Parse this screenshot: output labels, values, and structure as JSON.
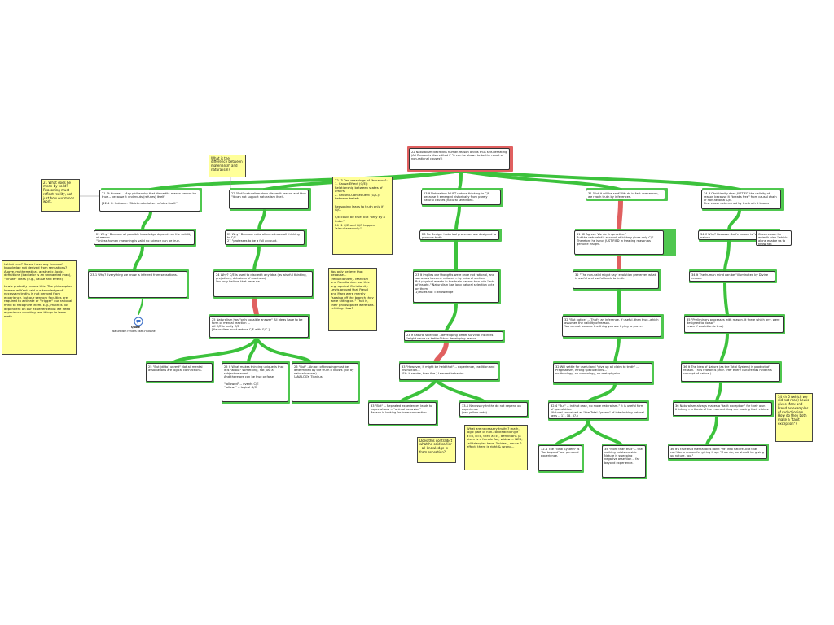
{
  "colors": {
    "green": "#3cc23c",
    "red": "#e06060",
    "note_fill": "#ffff99"
  },
  "nodes": {
    "root": "22 Naturalism discredits human reason and is thus self-defeating\n(All Reason is discredited if \"it can be shown to be the result of non-rational causes\")",
    "n21": "21 \"It Knows\" -- Any philosophy that discredits reason cannot be true -- because it undercuts (refutes) itself!\n\n[22-1 H. Haldane: \"Strict materialism refutes itself.\"]",
    "n22": "22 \"But\" naturalism does discredit reason and thus \"it can not support naturalism itself.",
    "n23": "23 If Naturalism MUST reduce thinking to C/E because it emerged historically from purely natural causes (natural selection).",
    "n31": "31 \"But it will be said\" We do in fact use reason, we reach truth by inferences.",
    "n34": "34 If Christianity does JUST FIT the validity of reason because it \"breaks free\" from causal chain of non-rational C/E.\nFirst cause determined by the truth it knows",
    "n21a": "21 Why? Because all possible knowledge depends on the validity of reason.\n\"Unless human reasoning is valid no science can be true.",
    "n22a": "22 Why? Because naturalism reduces all thinking to C/E.\n27 \"professes to be a full account.",
    "n23a": "23 No Design: historical processes are designed to produce truth.",
    "n31a": "31 32 Agree.. We do \"in practice.\"\nBut the naturalist's account of history gives only C/E. Therefore he is not JUSTIFIED in treating reason as genuine insight.",
    "n34a": "34 If Why? Because God's reason is \"older than nature.",
    "n34note": "Cave reason its antediluvian \"which alone enable us to know her.",
    "n21b": "23-1 Why? Everything we know is inferred from sensations.",
    "n24": "24 Why? C/E is used to discredit any idea (as wishful thinking, prejudices, delusions of madness)\nYou only believe that because ...",
    "n23b": "23 It implies our thoughts were once not rational, and somehow became rational -- by natural section.\nBut physical events in the brain cannot turn into \"acts of insight.\" Naturalism has long natural selection acts on them.\n1) Rules not = knowledge",
    "n32": "32 \"The non-valid might say\" evolution preserves what is useful and useful leads to truth.",
    "n34b": "34 It The human mind can be \"illuminated by Divine reason.",
    "n25": "25 Naturalism has \"only possible answer\" All ideas have to be form of mental reaction ...\nAll C/E is really C/E\n[Naturalism must reduce C/E with G/C.]",
    "n23c": "23 If natural selection - developing better survival instincts \"might serve us better\" than developing reason.",
    "n32a": "32 \"But notice\" -- That's an inference. If useful, then true--which assumes the validity of reason.\nYou cannot assume the thing you are trying to prove.",
    "n35": "35 \"Preliminary processes with reason, it there which any, were designed to do so.\"\n(even if evolution is true)",
    "n25a": "25 \"But (ditto) unrest\" Not all mental associations are logical connections.",
    "n25b": "25 It What makes thinking unique is that it is \"about\" something, not just a subjective event.\nAnd therefore can be true or false.\n\n\"followed\" -- events C/E\n\"follows\" -- logical G/C",
    "n26": "26 \"But\" --An act of knowing must be determined by the truth it knows (not by natural causes).\n[ANALOGY: Tinnitus]",
    "n33": "33 \"However, it might be held that\" -- experience, tradition and instruction...\n[EX: If smoke, then fire.] Learned behavior",
    "n32b": "32 Will settle for useful and \"give up all claim to truth\" -- Pragmatism, Wrong speculations --\nno theology, no cosmology, no metaphysics",
    "n36": "36 It The Idea of Nature (as the Total System) is product of reason. Thus reason is prior. (Her every culture has held this concept of nature.)",
    "n33a": "33 \"But\" -- Repeated experiences leads to expectations = \"animal behavior.\"\nReason is looking for inner connection.",
    "n33b": "33-1 Necessary truths do not depend on experience\n(see yellow note)",
    "n32c": "32-4 \"But\" -- in that case, no more naturalism.\" It is useful form of speculation.\n(Natural conceived as \"the Total System\" of interlocking natural laws -- 17, 18, 37.)",
    "n36a": "36 Naturalism always makes a \"tacit exception\" for their own thinking -- a thesis of the moment they are making their claims.",
    "n32d": "32-4 The \"Total System\" is \"far beyond\" our personal experience.",
    "n32e": "35 \"More than that\" -- that nothing exists outside Nature is sweeping negative assertion -- far beyond experience.",
    "n36b": "36 It's true that mental acts don't \"fit\" into nature--but that can't be a reason for giving it up. \"If we do, we should be giving up nature, too.\""
  },
  "notes": {
    "q_matter": "What is the difference between materialism and naturalism?",
    "q_reason": "21 What does he mean by valid? Reasoning must reflect reality, not just how our minds work.",
    "q_meanings": "22 -3 Two meanings of \"because\":\n1. Cause-Effect (C/E):\nRelationship between states of affairs\n2. Ground-Consequent (G/C):\nbetween beliefs\n\nReasoning leads to truth only if G/C.\n\nC/E could be true, but \"only by a fluke.\"\n24 -1 C/E and G/C happen \"simultaneously.\"",
    "q_forms": "Is that true? Do we have any forms of knowledge not derived from sensations?\nAbove, mathematical, aesthetic, logic, definitions (bachelor is an unmarried man), \"innate\" ideas (e.g., cause and effect)\n\nLewis probably means this: The philosopher Immanuel Kant said our knowledge of necessary truths is not derived from experience, but our sensory faculties are required to activate or \"trigger\" our rational mind to recognize them. E.g., math is not dependent on our experience but we need experience counting real things to learn math.",
    "q_freud": "You only believe that because...\n(reductionism). Marxism and Freudianism use this arg. against Christianity. Lewis argued that Freud and Marx were merely \"sawing off the branch they were sitting on.\" That is, their philosophies were self-refuting. How?",
    "q_contradict": "Does this contradict what he said earlier - all knowledge is from sensation?",
    "q_necessary": "What are necessary truths? math, logic (law of non-contradiction)(if a=b, b=c, then a=c), definitions (a vixen is a female fox, widow = NED, (all triangles have 3 sides), cause & effect, there is right & wrong...",
    "q_tacit": "34 ch 5 (which we did not read) Lewis gives Marx and Freud as examples of reductionism. How do they both make a \"tacit exception\"?"
  },
  "icon": {
    "label": "Quote",
    "caption": "Naturalism refutes itself-Haldane"
  }
}
